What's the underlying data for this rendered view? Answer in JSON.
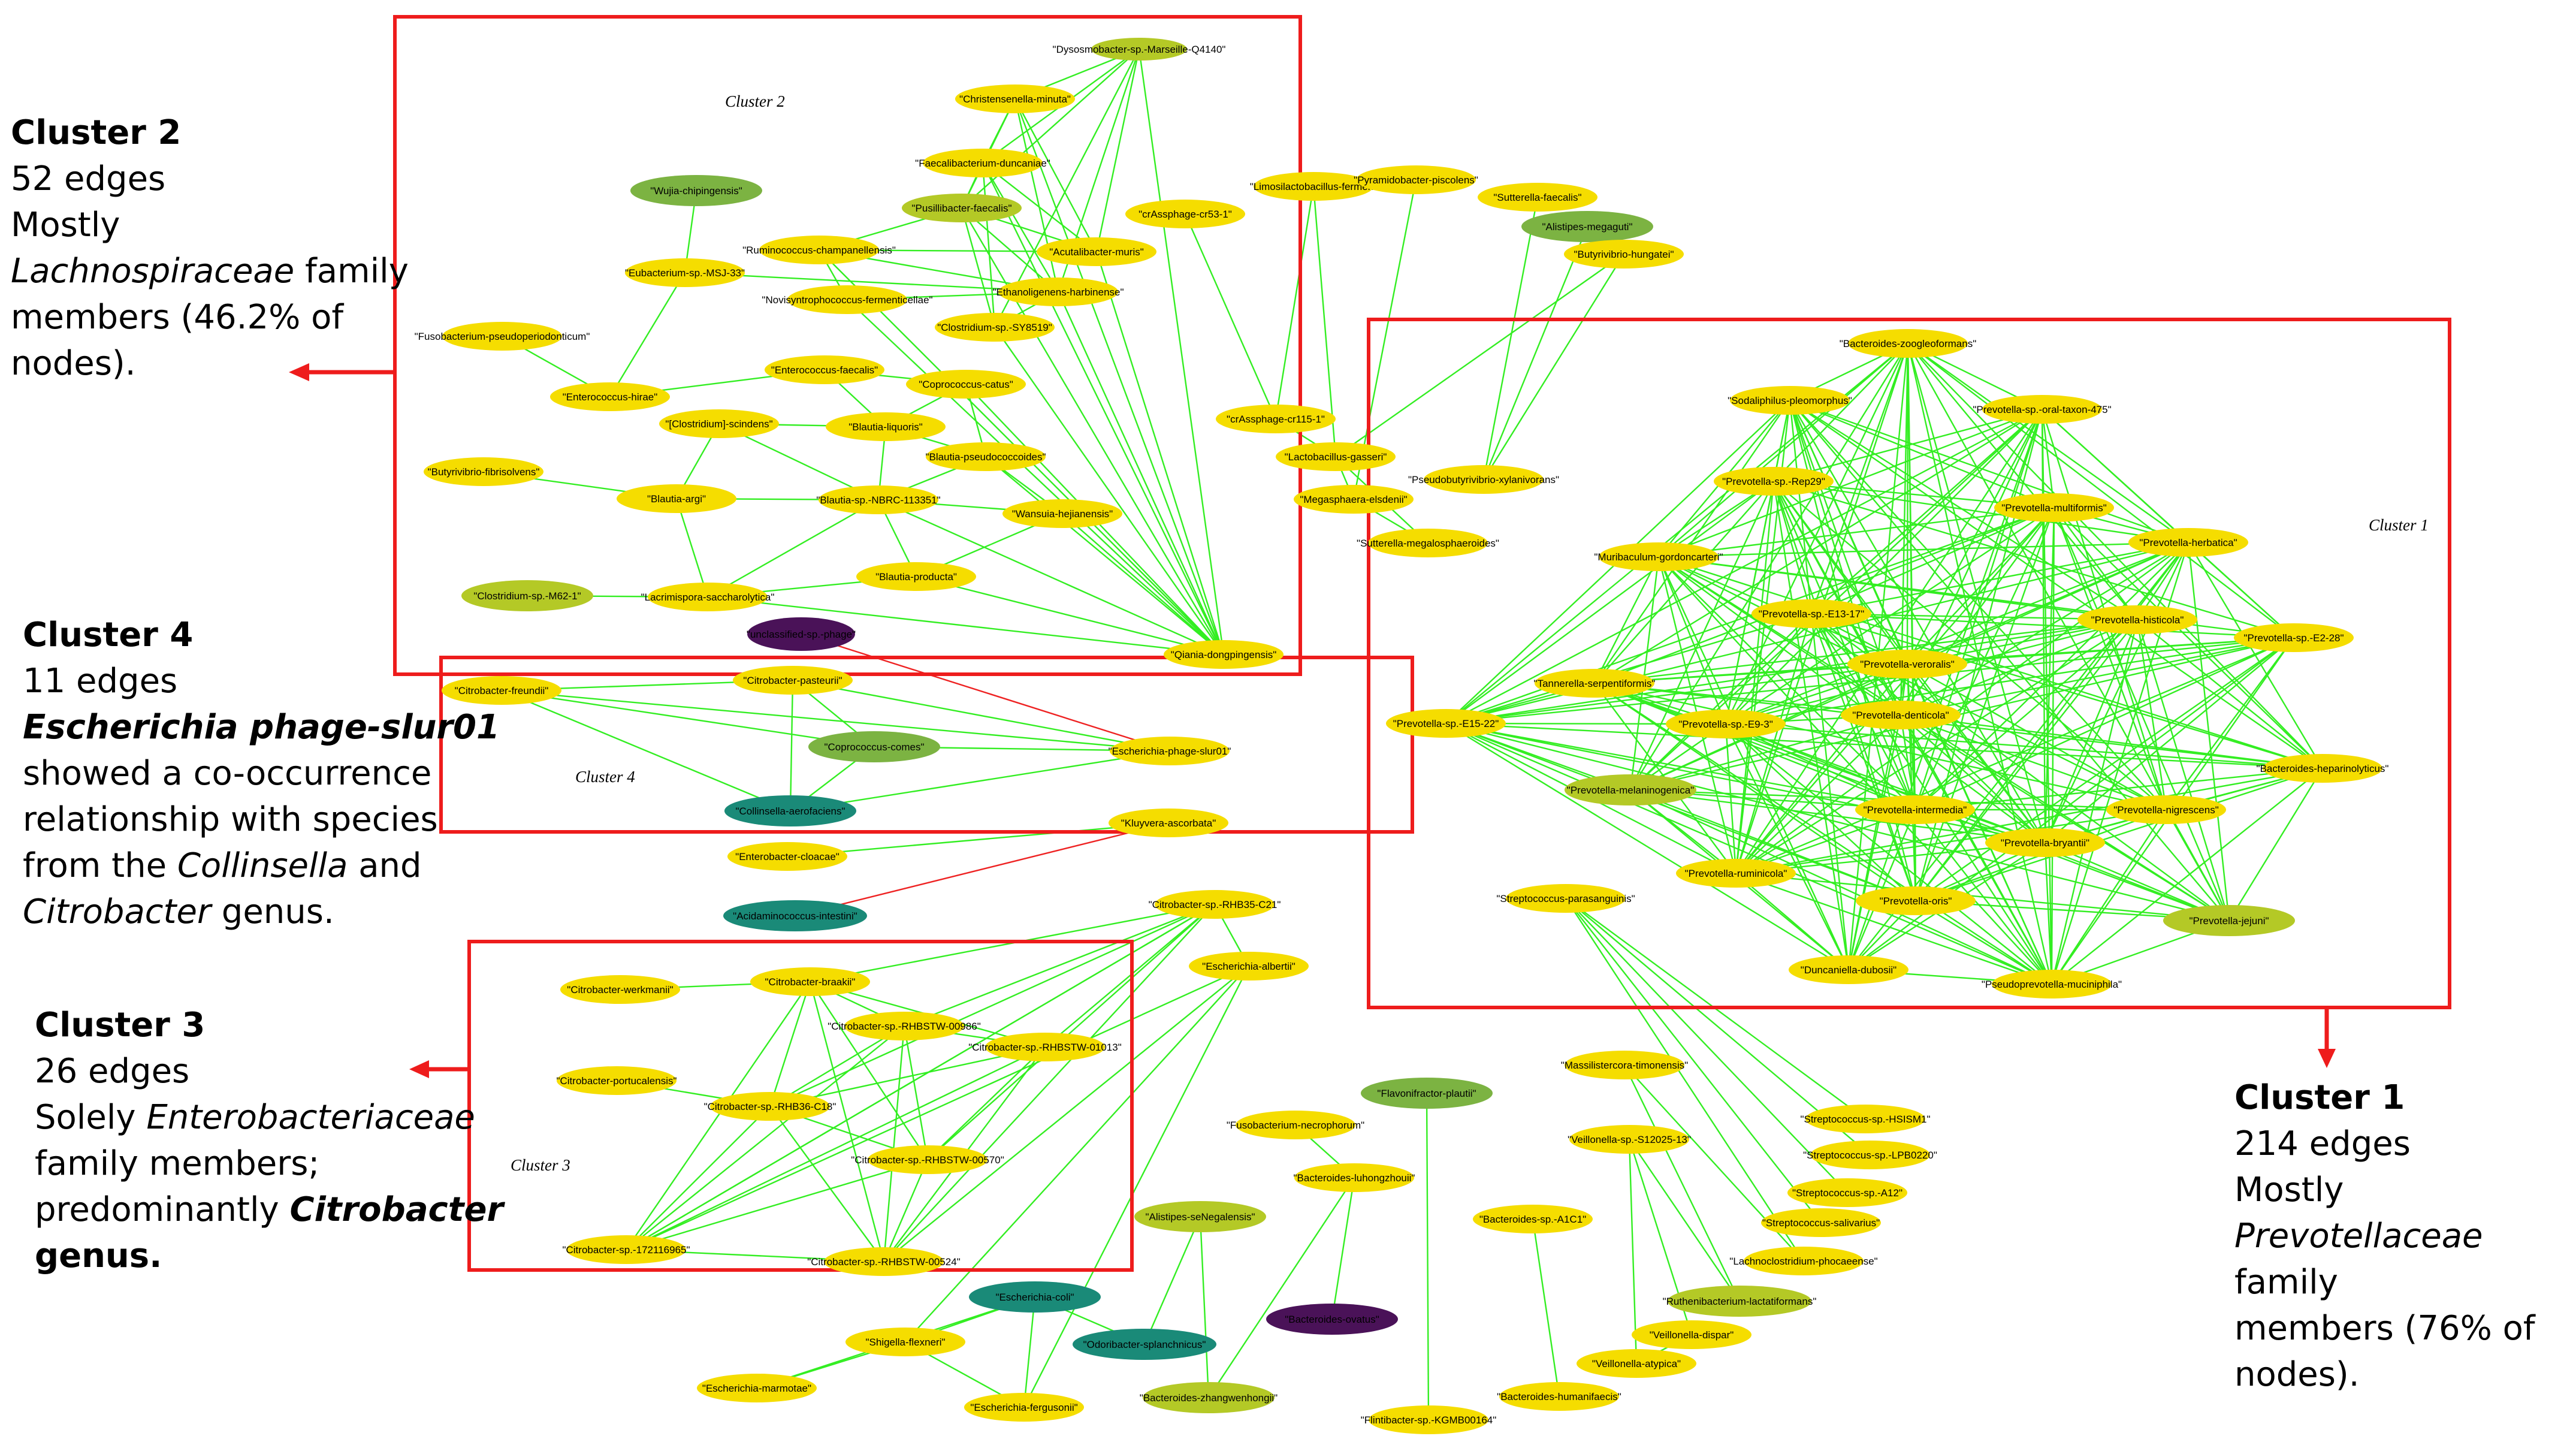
{
  "colors": {
    "edge": "#33ee22",
    "negative_edge": "#ee2222",
    "cluster_box": "#ee1c1c",
    "node_yellow": "#f5dd00",
    "node_olive": "#b4c926",
    "node_green": "#7cb342",
    "node_teal": "#1a8a78",
    "node_purple": "#4a1258"
  },
  "clusters": [
    {
      "id": "c2",
      "name": "Cluster 2"
    },
    {
      "id": "c1",
      "name": "Cluster 1"
    },
    {
      "id": "c3",
      "name": "Cluster 3"
    },
    {
      "id": "c4",
      "name": "Cluster 4"
    }
  ],
  "annotations": {
    "cluster2": {
      "title": "Cluster 2",
      "edges": "52 edges",
      "line1": "Mostly",
      "family": "Lachnospiraceae",
      "line2": " family",
      "line3": "members (46.2% of",
      "line4": "nodes)."
    },
    "cluster4": {
      "title": "Cluster 4",
      "edges": "11 edges",
      "phage": "Escherichia phage-slur01",
      "line1": "showed a co-occurrence",
      "line2": "relationship with species",
      "line3a": "from the ",
      "genus1": "Collinsella",
      "line3b": " and",
      "genus2": "Citrobacter",
      "line4": " genus."
    },
    "cluster3": {
      "title": "Cluster 3",
      "edges": "26 edges",
      "line1": "Solely ",
      "family": "Enterobacteriaceae",
      "line2": "family members;",
      "line3a": "predominantly ",
      "genus": "Citrobacter",
      "line4": "genus."
    },
    "cluster1": {
      "title": "Cluster 1",
      "edges": "214 edges",
      "line1": "Mostly",
      "family": "Prevotellaceae",
      "line2": " family",
      "line3": "members (76% of",
      "line4": "nodes)."
    }
  },
  "nodes": [
    {
      "id": "dyso",
      "label": "\"Dysosmobacter-sp.-Marseille-Q4140\"",
      "color": "olive"
    },
    {
      "id": "chri",
      "label": "\"Christensenella-minuta\"",
      "color": "yellow"
    },
    {
      "id": "faec",
      "label": "\"Faecalibacterium-duncaniae\"",
      "color": "yellow"
    },
    {
      "id": "wuji",
      "label": "\"Wujia-chipingensis\"",
      "color": "green"
    },
    {
      "id": "pusi",
      "label": "\"Pusillibacter-faecalis\"",
      "color": "olive"
    },
    {
      "id": "rumi",
      "label": "\"Ruminococcus-champanellensis\"",
      "color": "yellow"
    },
    {
      "id": "acut",
      "label": "\"Acutalibacter-muris\"",
      "color": "yellow"
    },
    {
      "id": "euba",
      "label": "\"Eubacterium-sp.-MSJ-33\"",
      "color": "yellow"
    },
    {
      "id": "novi",
      "label": "\"Novisyntrophococcus-fermenticellae\"",
      "color": "yellow"
    },
    {
      "id": "etha",
      "label": "\"Ethanoligenens-harbinense\"",
      "color": "yellow"
    },
    {
      "id": "clsy",
      "label": "\"Clostridium-sp.-SY8519\"",
      "color": "yellow"
    },
    {
      "id": "fuso",
      "label": "\"Fusobacterium-pseudoperiodonticum\"",
      "color": "yellow"
    },
    {
      "id": "enfa",
      "label": "\"Enterococcus-faecalis\"",
      "color": "yellow"
    },
    {
      "id": "copr",
      "label": "\"Coprococcus-catus\"",
      "color": "yellow"
    },
    {
      "id": "enhi",
      "label": "\"Enterococcus-hirae\"",
      "color": "yellow"
    },
    {
      "id": "clsc",
      "label": "\"[Clostridium]-scindens\"",
      "color": "yellow"
    },
    {
      "id": "blli",
      "label": "\"Blautia-liquoris\"",
      "color": "yellow"
    },
    {
      "id": "blps",
      "label": "\"Blautia-pseudococcoides\"",
      "color": "yellow"
    },
    {
      "id": "buty",
      "label": "\"Butyrivibrio-fibrisolvens\"",
      "color": "yellow"
    },
    {
      "id": "blar",
      "label": "\"Blautia-argi\"",
      "color": "yellow"
    },
    {
      "id": "blnb",
      "label": "\"Blautia-sp.-NBRC-113351\"",
      "color": "yellow"
    },
    {
      "id": "wans",
      "label": "\"Wansuia-hejianensis\"",
      "color": "yellow"
    },
    {
      "id": "blpr",
      "label": "\"Blautia-producta\"",
      "color": "yellow"
    },
    {
      "id": "clm6",
      "label": "\"Clostridium-sp.-M62-1\"",
      "color": "olive"
    },
    {
      "id": "lach",
      "label": "\"Lacrimispora-saccharolytica\"",
      "color": "yellow"
    },
    {
      "id": "qian",
      "label": "\"Qiania-dongpingensis\"",
      "color": "yellow"
    },
    {
      "id": "limo",
      "label": "\"Limosilactobacillus-fermen\"",
      "color": "yellow"
    },
    {
      "id": "pyra",
      "label": "\"Pyramidobacter-piscolens\"",
      "color": "yellow"
    },
    {
      "id": "sutf",
      "label": "\"Sutterella-faecalis\"",
      "color": "yellow"
    },
    {
      "id": "alme",
      "label": "\"Alistipes-megaguti\"",
      "color": "green"
    },
    {
      "id": "crc5",
      "label": "\"crAssphage-cr53-1\"",
      "color": "yellow"
    },
    {
      "id": "buhu",
      "label": "\"Butyrivibrio-hungatei\"",
      "color": "yellow"
    },
    {
      "id": "crc1",
      "label": "\"crAssphage-cr115-1\"",
      "color": "yellow"
    },
    {
      "id": "lact",
      "label": "\"Lactobacillus-gasseri\"",
      "color": "yellow"
    },
    {
      "id": "pseb",
      "label": "\"Pseudobutyrivibrio-xylanivorans\"",
      "color": "yellow"
    },
    {
      "id": "mega",
      "label": "\"Megasphaera-elsdenii\"",
      "color": "yellow"
    },
    {
      "id": "sutm",
      "label": "\"Sutterella-megalosphaeroides\"",
      "color": "yellow"
    },
    {
      "id": "unde",
      "label": "\"unclassified-sp.-phage\"",
      "color": "purple"
    },
    {
      "id": "cifr",
      "label": "\"Citrobacter-freundii\"",
      "color": "yellow"
    },
    {
      "id": "cipa",
      "label": "\"Citrobacter-pasteurii\"",
      "color": "yellow"
    },
    {
      "id": "coco",
      "label": "\"Coprococcus-comes\"",
      "color": "green"
    },
    {
      "id": "esph",
      "label": "\"Escherichia-phage-slur01\"",
      "color": "yellow"
    },
    {
      "id": "coll",
      "label": "\"Collinsella-aerofaciens\"",
      "color": "teal"
    },
    {
      "id": "kluy",
      "label": "\"Kluyvera-ascorbata\"",
      "color": "yellow"
    },
    {
      "id": "encl",
      "label": "\"Enterobacter-cloacae\"",
      "color": "yellow"
    },
    {
      "id": "acid",
      "label": "\"Acidaminococcus-intestini\"",
      "color": "teal"
    },
    {
      "id": "baoo",
      "label": "\"Bacteroides-zoogleoformans\"",
      "color": "yellow"
    },
    {
      "id": "soda",
      "label": "\"Sodaliphilus-pleomorphus\"",
      "color": "yellow"
    },
    {
      "id": "prot",
      "label": "\"Prevotella-sp.-oral-taxon-475\"",
      "color": "yellow"
    },
    {
      "id": "prre",
      "label": "\"Prevotella-sp.-Rep29\"",
      "color": "yellow"
    },
    {
      "id": "prmu",
      "label": "\"Prevotella-multiformis\"",
      "color": "yellow"
    },
    {
      "id": "prhe",
      "label": "\"Prevotella-herbatica\"",
      "color": "yellow"
    },
    {
      "id": "muri",
      "label": "\"Muribaculum-gordoncarteri\"",
      "color": "yellow"
    },
    {
      "id": "pre1",
      "label": "\"Prevotella-sp.-E13-17\"",
      "color": "yellow"
    },
    {
      "id": "prhi",
      "label": "\"Prevotella-histicola\"",
      "color": "yellow"
    },
    {
      "id": "pre2",
      "label": "\"Prevotella-sp.-E2-28\"",
      "color": "yellow"
    },
    {
      "id": "prve",
      "label": "\"Prevotella-veroralis\"",
      "color": "yellow"
    },
    {
      "id": "tann",
      "label": "\"Tannerella-serpentiformis\"",
      "color": "yellow"
    },
    {
      "id": "pre9",
      "label": "\"Prevotella-sp.-E9-3\"",
      "color": "yellow"
    },
    {
      "id": "prde",
      "label": "\"Prevotella-denticola\"",
      "color": "yellow"
    },
    {
      "id": "pr15",
      "label": "\"Prevotella-sp.-E15-22\"",
      "color": "yellow"
    },
    {
      "id": "bahe",
      "label": "\"Bacteroides-heparinolyticus\"",
      "color": "yellow"
    },
    {
      "id": "prme",
      "label": "\"Prevotella-melaninogenica\"",
      "color": "olive"
    },
    {
      "id": "prin",
      "label": "\"Prevotella-intermedia\"",
      "color": "yellow"
    },
    {
      "id": "prni",
      "label": "\"Prevotella-nigrescens\"",
      "color": "yellow"
    },
    {
      "id": "prbr",
      "label": "\"Prevotella-bryantii\"",
      "color": "yellow"
    },
    {
      "id": "prru",
      "label": "\"Prevotella-ruminicola\"",
      "color": "yellow"
    },
    {
      "id": "stpa",
      "label": "\"Streptococcus-parasanguinis\"",
      "color": "yellow"
    },
    {
      "id": "pror",
      "label": "\"Prevotella-oris\"",
      "color": "yellow"
    },
    {
      "id": "prje",
      "label": "\"Prevotella-jejuni\"",
      "color": "olive"
    },
    {
      "id": "dunc",
      "label": "\"Duncaniella-dubosii\"",
      "color": "yellow"
    },
    {
      "id": "psmu",
      "label": "\"Pseudoprevotella-muciniphila\"",
      "color": "yellow"
    },
    {
      "id": "cir3",
      "label": "\"Citrobacter-sp.-RHB35-C21\"",
      "color": "yellow"
    },
    {
      "id": "ciwe",
      "label": "\"Citrobacter-werkmanii\"",
      "color": "yellow"
    },
    {
      "id": "cibr",
      "label": "\"Citrobacter-braakii\"",
      "color": "yellow"
    },
    {
      "id": "esal",
      "label": "\"Escherichia-albertii\"",
      "color": "yellow"
    },
    {
      "id": "ci98",
      "label": "\"Citrobacter-sp.-RHBSTW-00986\"",
      "color": "yellow"
    },
    {
      "id": "ci10",
      "label": "\"Citrobacter-sp.-RHBSTW-01013\"",
      "color": "yellow"
    },
    {
      "id": "cipo",
      "label": "\"Citrobacter-portucalensis\"",
      "color": "yellow"
    },
    {
      "id": "circ",
      "label": "\"Citrobacter-sp.-RHB36-C18\"",
      "color": "yellow"
    },
    {
      "id": "ci57",
      "label": "\"Citrobacter-sp.-RHBSTW-00570\"",
      "color": "yellow"
    },
    {
      "id": "ci17",
      "label": "\"Citrobacter-sp.-172116965\"",
      "color": "yellow"
    },
    {
      "id": "ci52",
      "label": "\"Citrobacter-sp.-RHBSTW-00524\"",
      "color": "yellow"
    },
    {
      "id": "mass",
      "label": "\"Massilistercora-timonensis\"",
      "color": "yellow"
    },
    {
      "id": "flav",
      "label": "\"Flavonifractor-plautii\"",
      "color": "green"
    },
    {
      "id": "fune",
      "label": "\"Fusobacterium-necrophorum\"",
      "color": "yellow"
    },
    {
      "id": "sths",
      "label": "\"Streptococcus-sp.-HSISM1\"",
      "color": "yellow"
    },
    {
      "id": "vesp",
      "label": "\"Veillonella-sp.-S12025-13\"",
      "color": "yellow"
    },
    {
      "id": "stlp",
      "label": "\"Streptococcus-sp.-LPB0220\"",
      "color": "yellow"
    },
    {
      "id": "balu",
      "label": "\"Bacteroides-luhongzhouii\"",
      "color": "yellow"
    },
    {
      "id": "sta1",
      "label": "\"Streptococcus-sp.-A12\"",
      "color": "yellow"
    },
    {
      "id": "alse",
      "label": "\"Alistipes-seNegalensis\"",
      "color": "olive"
    },
    {
      "id": "baa1",
      "label": "\"Bacteroides-sp.-A1C1\"",
      "color": "yellow"
    },
    {
      "id": "stsa",
      "label": "\"Streptococcus-salivarius\"",
      "color": "yellow"
    },
    {
      "id": "lcph",
      "label": "\"Lachnoclostridium-phocaeense\"",
      "color": "yellow"
    },
    {
      "id": "esco",
      "label": "\"Escherichia-coli\"",
      "color": "teal"
    },
    {
      "id": "rule",
      "label": "\"Ruthenibacterium-lactatiformans\"",
      "color": "olive"
    },
    {
      "id": "baov",
      "label": "\"Bacteroides-ovatus\"",
      "color": "purple"
    },
    {
      "id": "vedi",
      "label": "\"Veillonella-dispar\"",
      "color": "yellow"
    },
    {
      "id": "shig",
      "label": "\"Shigella-flexneri\"",
      "color": "yellow"
    },
    {
      "id": "odor",
      "label": "\"Odoribacter-splanchnicus\"",
      "color": "teal"
    },
    {
      "id": "veat",
      "label": "\"Veillonella-atypica\"",
      "color": "yellow"
    },
    {
      "id": "esma",
      "label": "\"Escherichia-marmotae\"",
      "color": "yellow"
    },
    {
      "id": "bazh",
      "label": "\"Bacteroides-zhangwenhongii\"",
      "color": "olive"
    },
    {
      "id": "bahu",
      "label": "\"Bacteroides-humanifaecis\"",
      "color": "yellow"
    },
    {
      "id": "esfe",
      "label": "\"Escherichia-fergusonii\"",
      "color": "yellow"
    },
    {
      "id": "flin",
      "label": "\"Flintibacter-sp.-KGMB00164\"",
      "color": "yellow"
    }
  ]
}
